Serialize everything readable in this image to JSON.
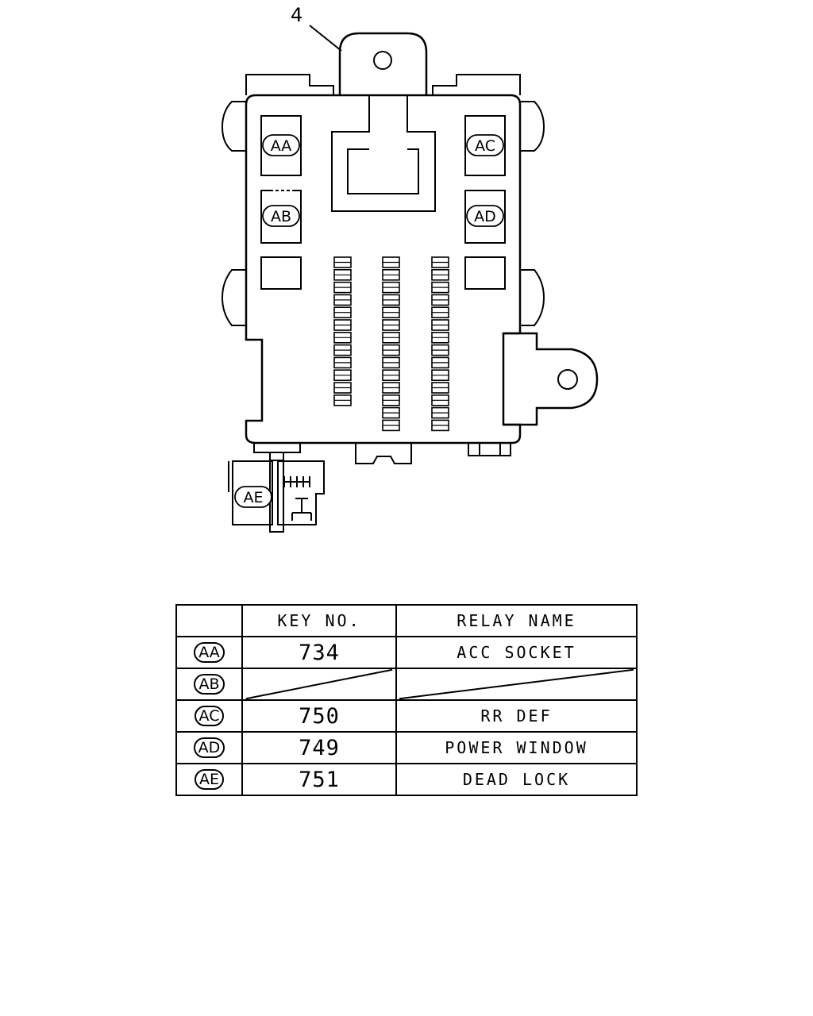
{
  "callout": "4",
  "relays": [
    {
      "code": "AA"
    },
    {
      "code": "AB"
    },
    {
      "code": "AC"
    },
    {
      "code": "AD"
    },
    {
      "code": "AE"
    }
  ],
  "table": {
    "headers": {
      "code": "",
      "key": "KEY NO.",
      "name": "RELAY NAME"
    },
    "rows": [
      {
        "code": "AA",
        "key": "734",
        "name": "ACC SOCKET"
      },
      {
        "code": "AB",
        "key": "",
        "name": ""
      },
      {
        "code": "AC",
        "key": "750",
        "name": "RR DEF"
      },
      {
        "code": "AD",
        "key": "749",
        "name": "POWER WINDOW"
      },
      {
        "code": "AE",
        "key": "751",
        "name": "DEAD LOCK"
      }
    ]
  }
}
